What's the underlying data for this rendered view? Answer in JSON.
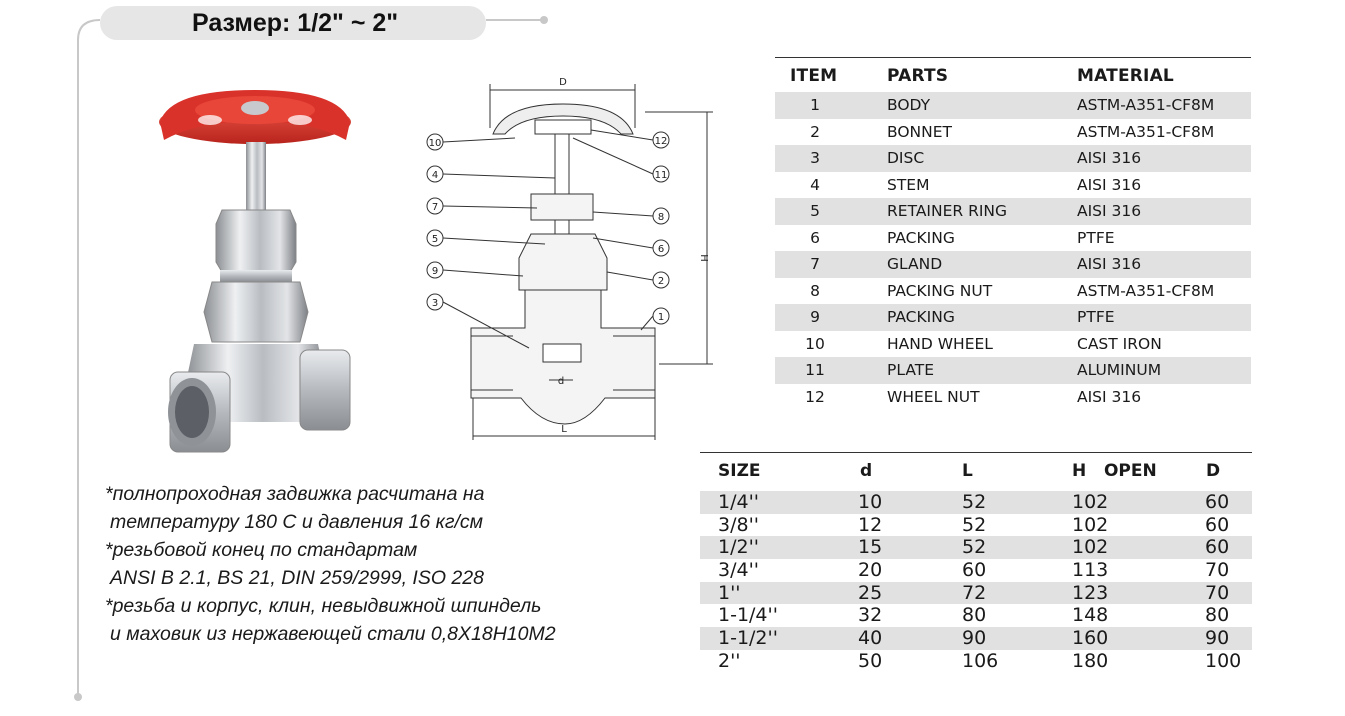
{
  "title": "Размер: 1/2\" ~ 2\"",
  "drawing_labels": {
    "d_top": "D",
    "h_side": "H",
    "l_bottom": "L",
    "d_inner": "d",
    "callouts": [
      "10",
      "4",
      "7",
      "5",
      "9",
      "3",
      "12",
      "11",
      "8",
      "6",
      "2",
      "1"
    ]
  },
  "description": [
    "*полнопроходная задвижка расчитана на",
    " температуру 180 С и давления 16 кг/см",
    "*резьбовой конец по стандартам",
    " ANSI B 2.1, BS 21, DIN 259/2999, ISO 228",
    "*резьба и корпус, клин, невыдвижной шпиндель",
    " и маховик из нержавеющей стали 0,8X18H10M2"
  ],
  "parts_table": {
    "headers": [
      "ITEM",
      "PARTS",
      "MATERIAL"
    ],
    "rows": [
      [
        "1",
        "BODY",
        "ASTM-A351-CF8M"
      ],
      [
        "2",
        "BONNET",
        "ASTM-A351-CF8M"
      ],
      [
        "3",
        "DISC",
        "AISI 316"
      ],
      [
        "4",
        "STEM",
        "AISI 316"
      ],
      [
        "5",
        "RETAINER RING",
        "AISI 316"
      ],
      [
        "6",
        "PACKING",
        "PTFE"
      ],
      [
        "7",
        "GLAND",
        "AISI 316"
      ],
      [
        "8",
        "PACKING NUT",
        "ASTM-A351-CF8M"
      ],
      [
        "9",
        "PACKING",
        "PTFE"
      ],
      [
        "10",
        "HAND WHEEL",
        "CAST IRON"
      ],
      [
        "11",
        "PLATE",
        "ALUMINUM"
      ],
      [
        "12",
        "WHEEL NUT",
        "AISI 316"
      ]
    ]
  },
  "size_table": {
    "headers": [
      "SIZE",
      "d",
      "L",
      "H   OPEN",
      "D"
    ],
    "rows": [
      [
        "1/4''",
        "10",
        "52",
        "102",
        "60"
      ],
      [
        "3/8''",
        "12",
        "52",
        "102",
        "60"
      ],
      [
        "1/2''",
        "15",
        "52",
        "102",
        "60"
      ],
      [
        "3/4''",
        "20",
        "60",
        "113",
        "70"
      ],
      [
        "1''",
        "25",
        "72",
        "123",
        "70"
      ],
      [
        "1-1/4''",
        "32",
        "80",
        "148",
        "80"
      ],
      [
        "1-1/2''",
        "40",
        "90",
        "160",
        "90"
      ],
      [
        "2''",
        "50",
        "106",
        "180",
        "100"
      ]
    ]
  },
  "colors": {
    "handwheel": "#d9322b",
    "row_shade": "#e1e1e1",
    "pill": "#e6e6e6"
  }
}
